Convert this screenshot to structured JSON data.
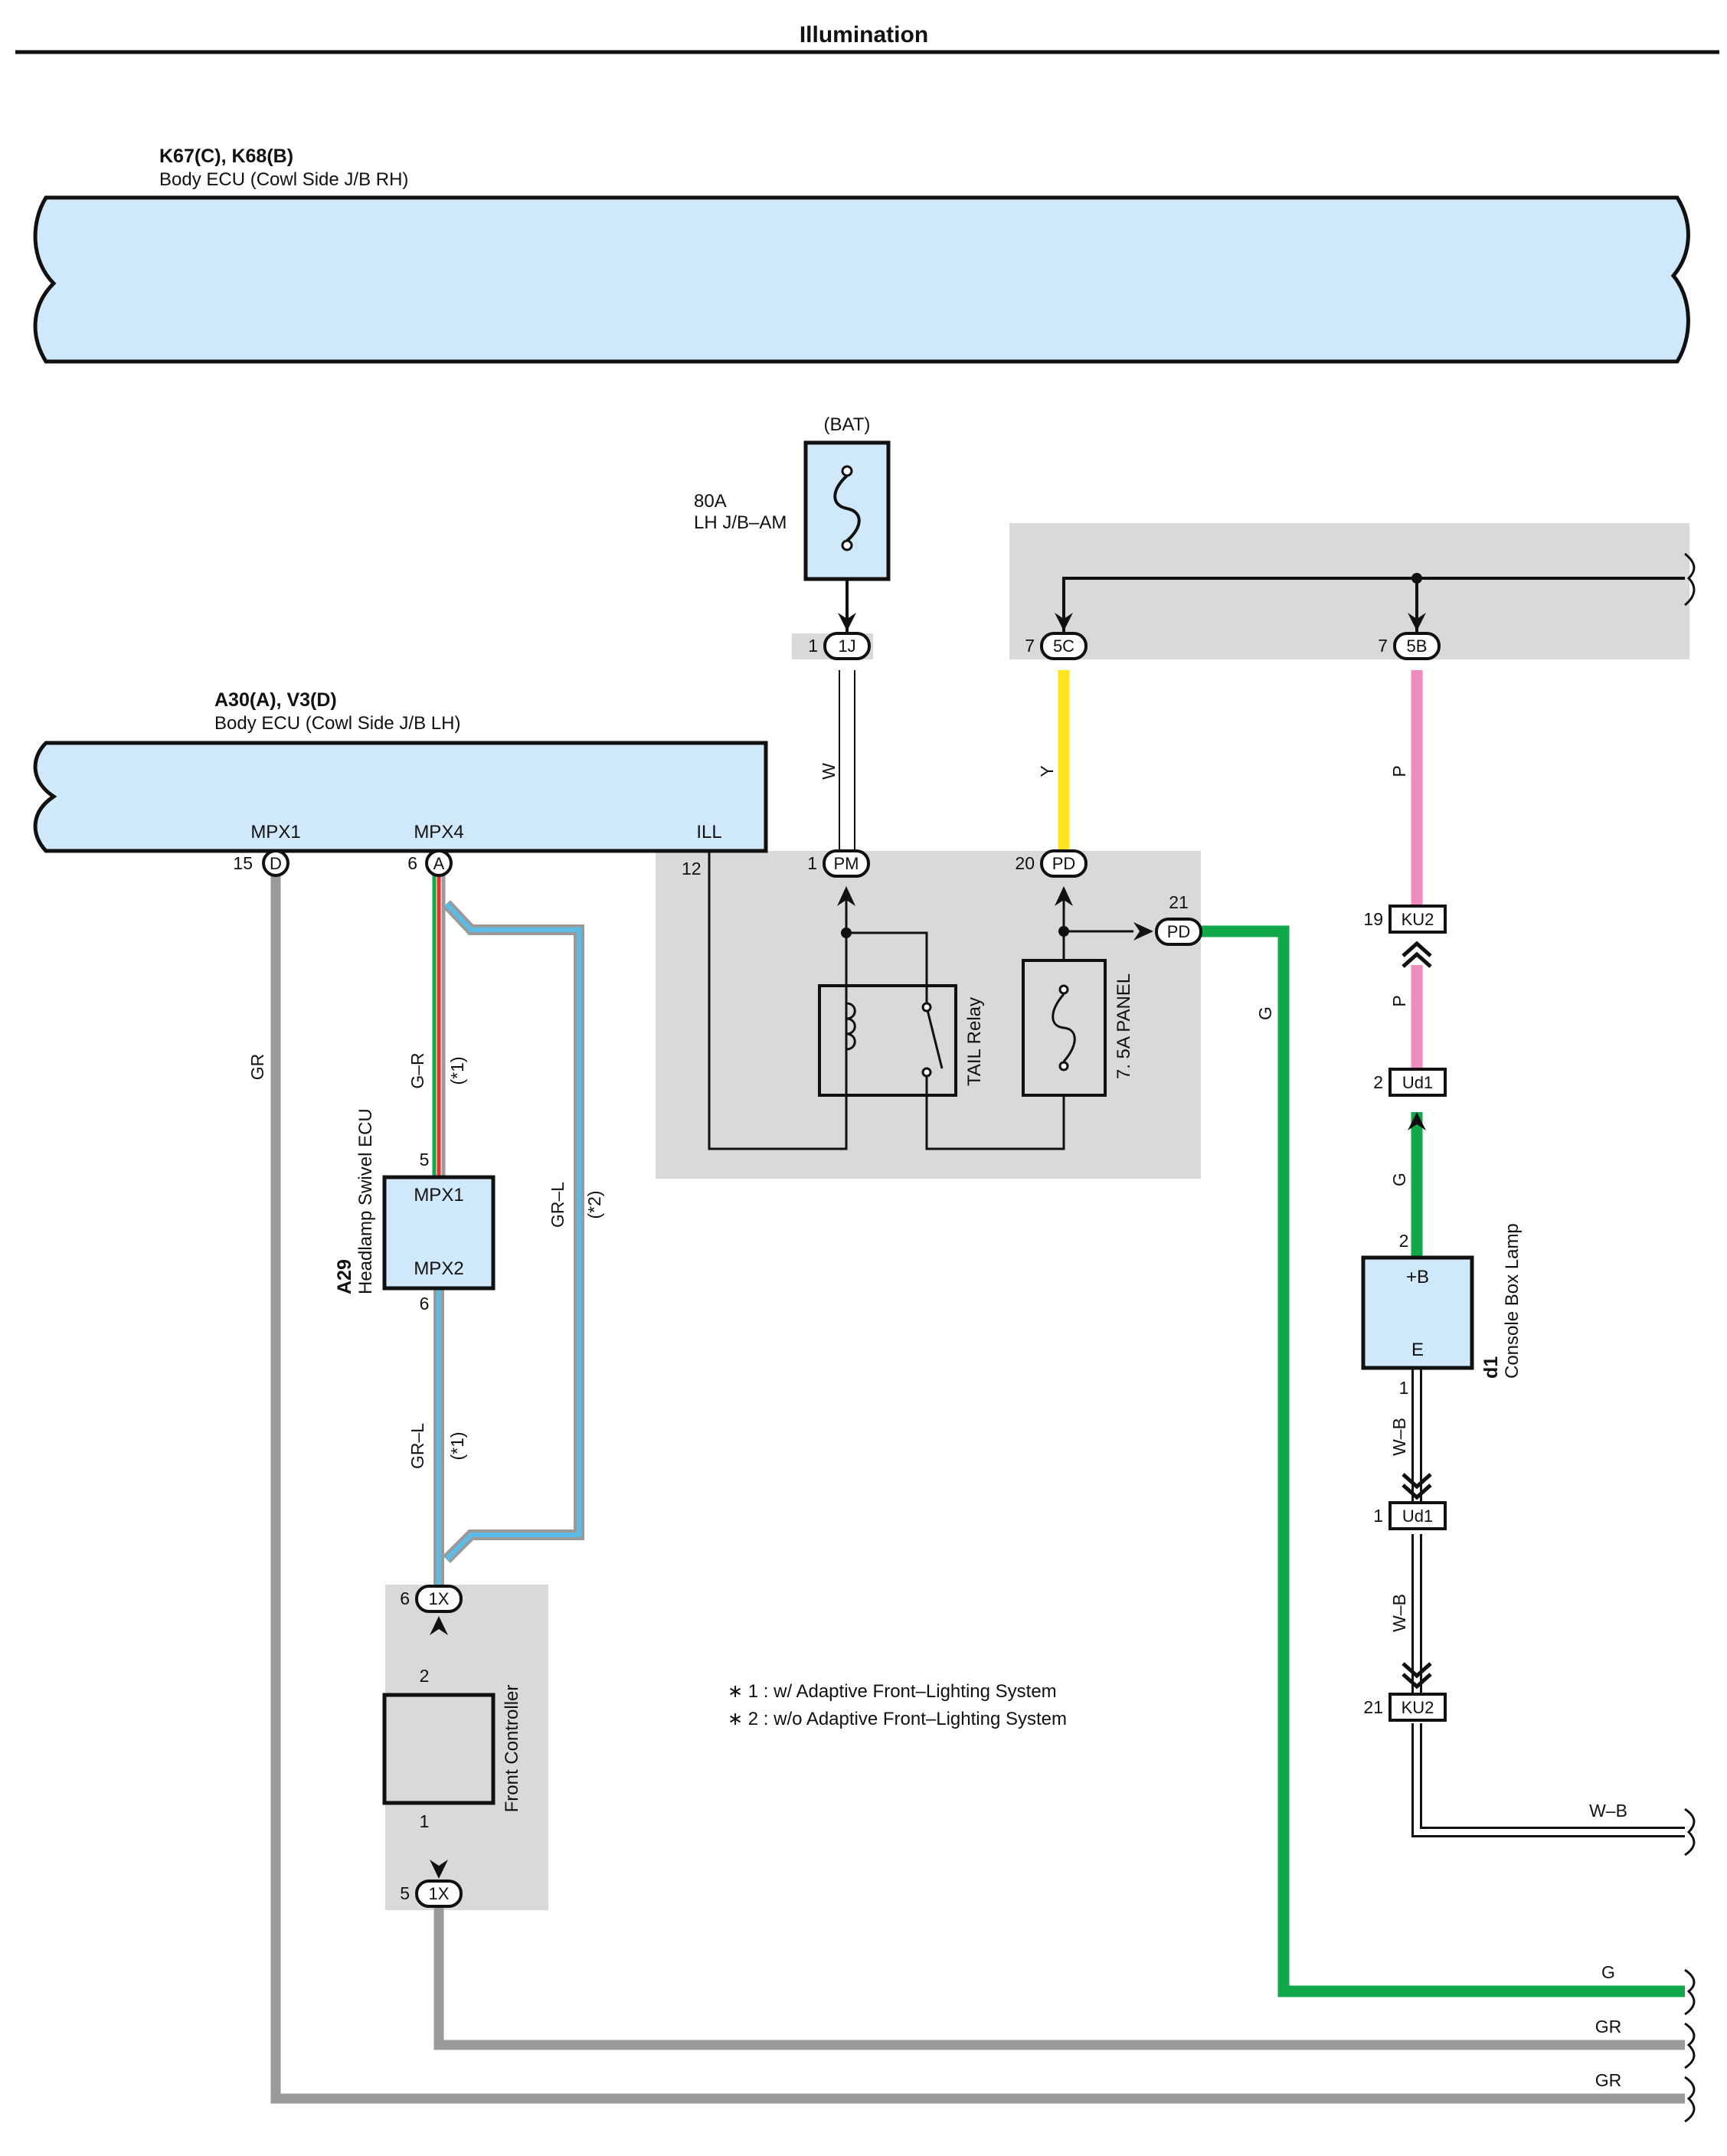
{
  "title": "Illumination",
  "colors": {
    "ecu_fill": "#cfe9fa",
    "box_gray": "#d9d9dc",
    "wire_gray": "#9a9a9a",
    "wire_green": "#11a84a",
    "wire_yellow": "#ffe41c",
    "wire_pink": "#f08bc0",
    "wire_red": "#e5322d",
    "wire_blue": "#5bbce8",
    "line": "#111111"
  },
  "ecu_rh": {
    "code": "K67(C), K68(B)",
    "name": "Body ECU (Cowl Side J/B RH)"
  },
  "ecu_lh": {
    "code": "A30(A), V3(D)",
    "name": "Body ECU (Cowl Side J/B LH)",
    "terminals": [
      "MPX1",
      "MPX4",
      "ILL"
    ],
    "pins": [
      {
        "num": "15",
        "conn": "D"
      },
      {
        "num": "6",
        "conn": "A"
      },
      {
        "num": "12",
        "conn": ""
      }
    ]
  },
  "bat": "(BAT)",
  "fuse_am": {
    "rating": "80A",
    "name": "LH J/B–AM"
  },
  "connectors": {
    "c1j": {
      "num": "1",
      "code": "1J"
    },
    "c5c": {
      "num": "7",
      "code": "5C"
    },
    "c5b": {
      "num": "7",
      "code": "5B"
    },
    "cpm": {
      "num": "1",
      "code": "PM"
    },
    "cpd20": {
      "num": "20",
      "code": "PD"
    },
    "cpd21": {
      "num": "21",
      "code": "PD"
    },
    "cku2_19": {
      "num": "19",
      "code": "KU2"
    },
    "cud1_2": {
      "num": "2",
      "code": "Ud1"
    },
    "cud1_1": {
      "num": "1",
      "code": "Ud1"
    },
    "cku2_21": {
      "num": "21",
      "code": "KU2"
    },
    "c1x6": {
      "num": "6",
      "code": "1X"
    },
    "c1x5": {
      "num": "5",
      "code": "1X"
    }
  },
  "relay": "TAIL Relay",
  "fuse_panel": "7. 5A PANEL",
  "headlamp_ecu": {
    "code": "A29",
    "name": "Headlamp Swivel ECU",
    "t1": "MPX1",
    "t2": "MPX2",
    "pin_top": "5",
    "pin_bottom": "6"
  },
  "front_controller": {
    "name": "Front Controller",
    "pin_top": "2",
    "pin_bottom": "1"
  },
  "console_lamp": {
    "code": "d1",
    "name": "Console Box Lamp",
    "t1": "+B",
    "t2": "E",
    "pin_top": "2",
    "pin_bottom": "1"
  },
  "wire_labels": {
    "w": "W",
    "y": "Y",
    "p1": "P",
    "p2": "P",
    "g_main": "G",
    "g_lamp": "G",
    "gr_left": "GR",
    "gr_r": "G–R",
    "star1a": "(*1)",
    "gr_l_mid": "GR–L",
    "star2": "(*2)",
    "gr_l_low": "GR–L",
    "star1b": "(*1)",
    "wb1": "W–B",
    "wb2": "W–B",
    "wb3": "W–B",
    "g_out": "G",
    "gr_out1": "GR",
    "gr_out2": "GR"
  },
  "notes": [
    "∗ 1 : w/ Adaptive Front–Lighting System",
    "∗ 2 : w/o Adaptive Front–Lighting System"
  ]
}
